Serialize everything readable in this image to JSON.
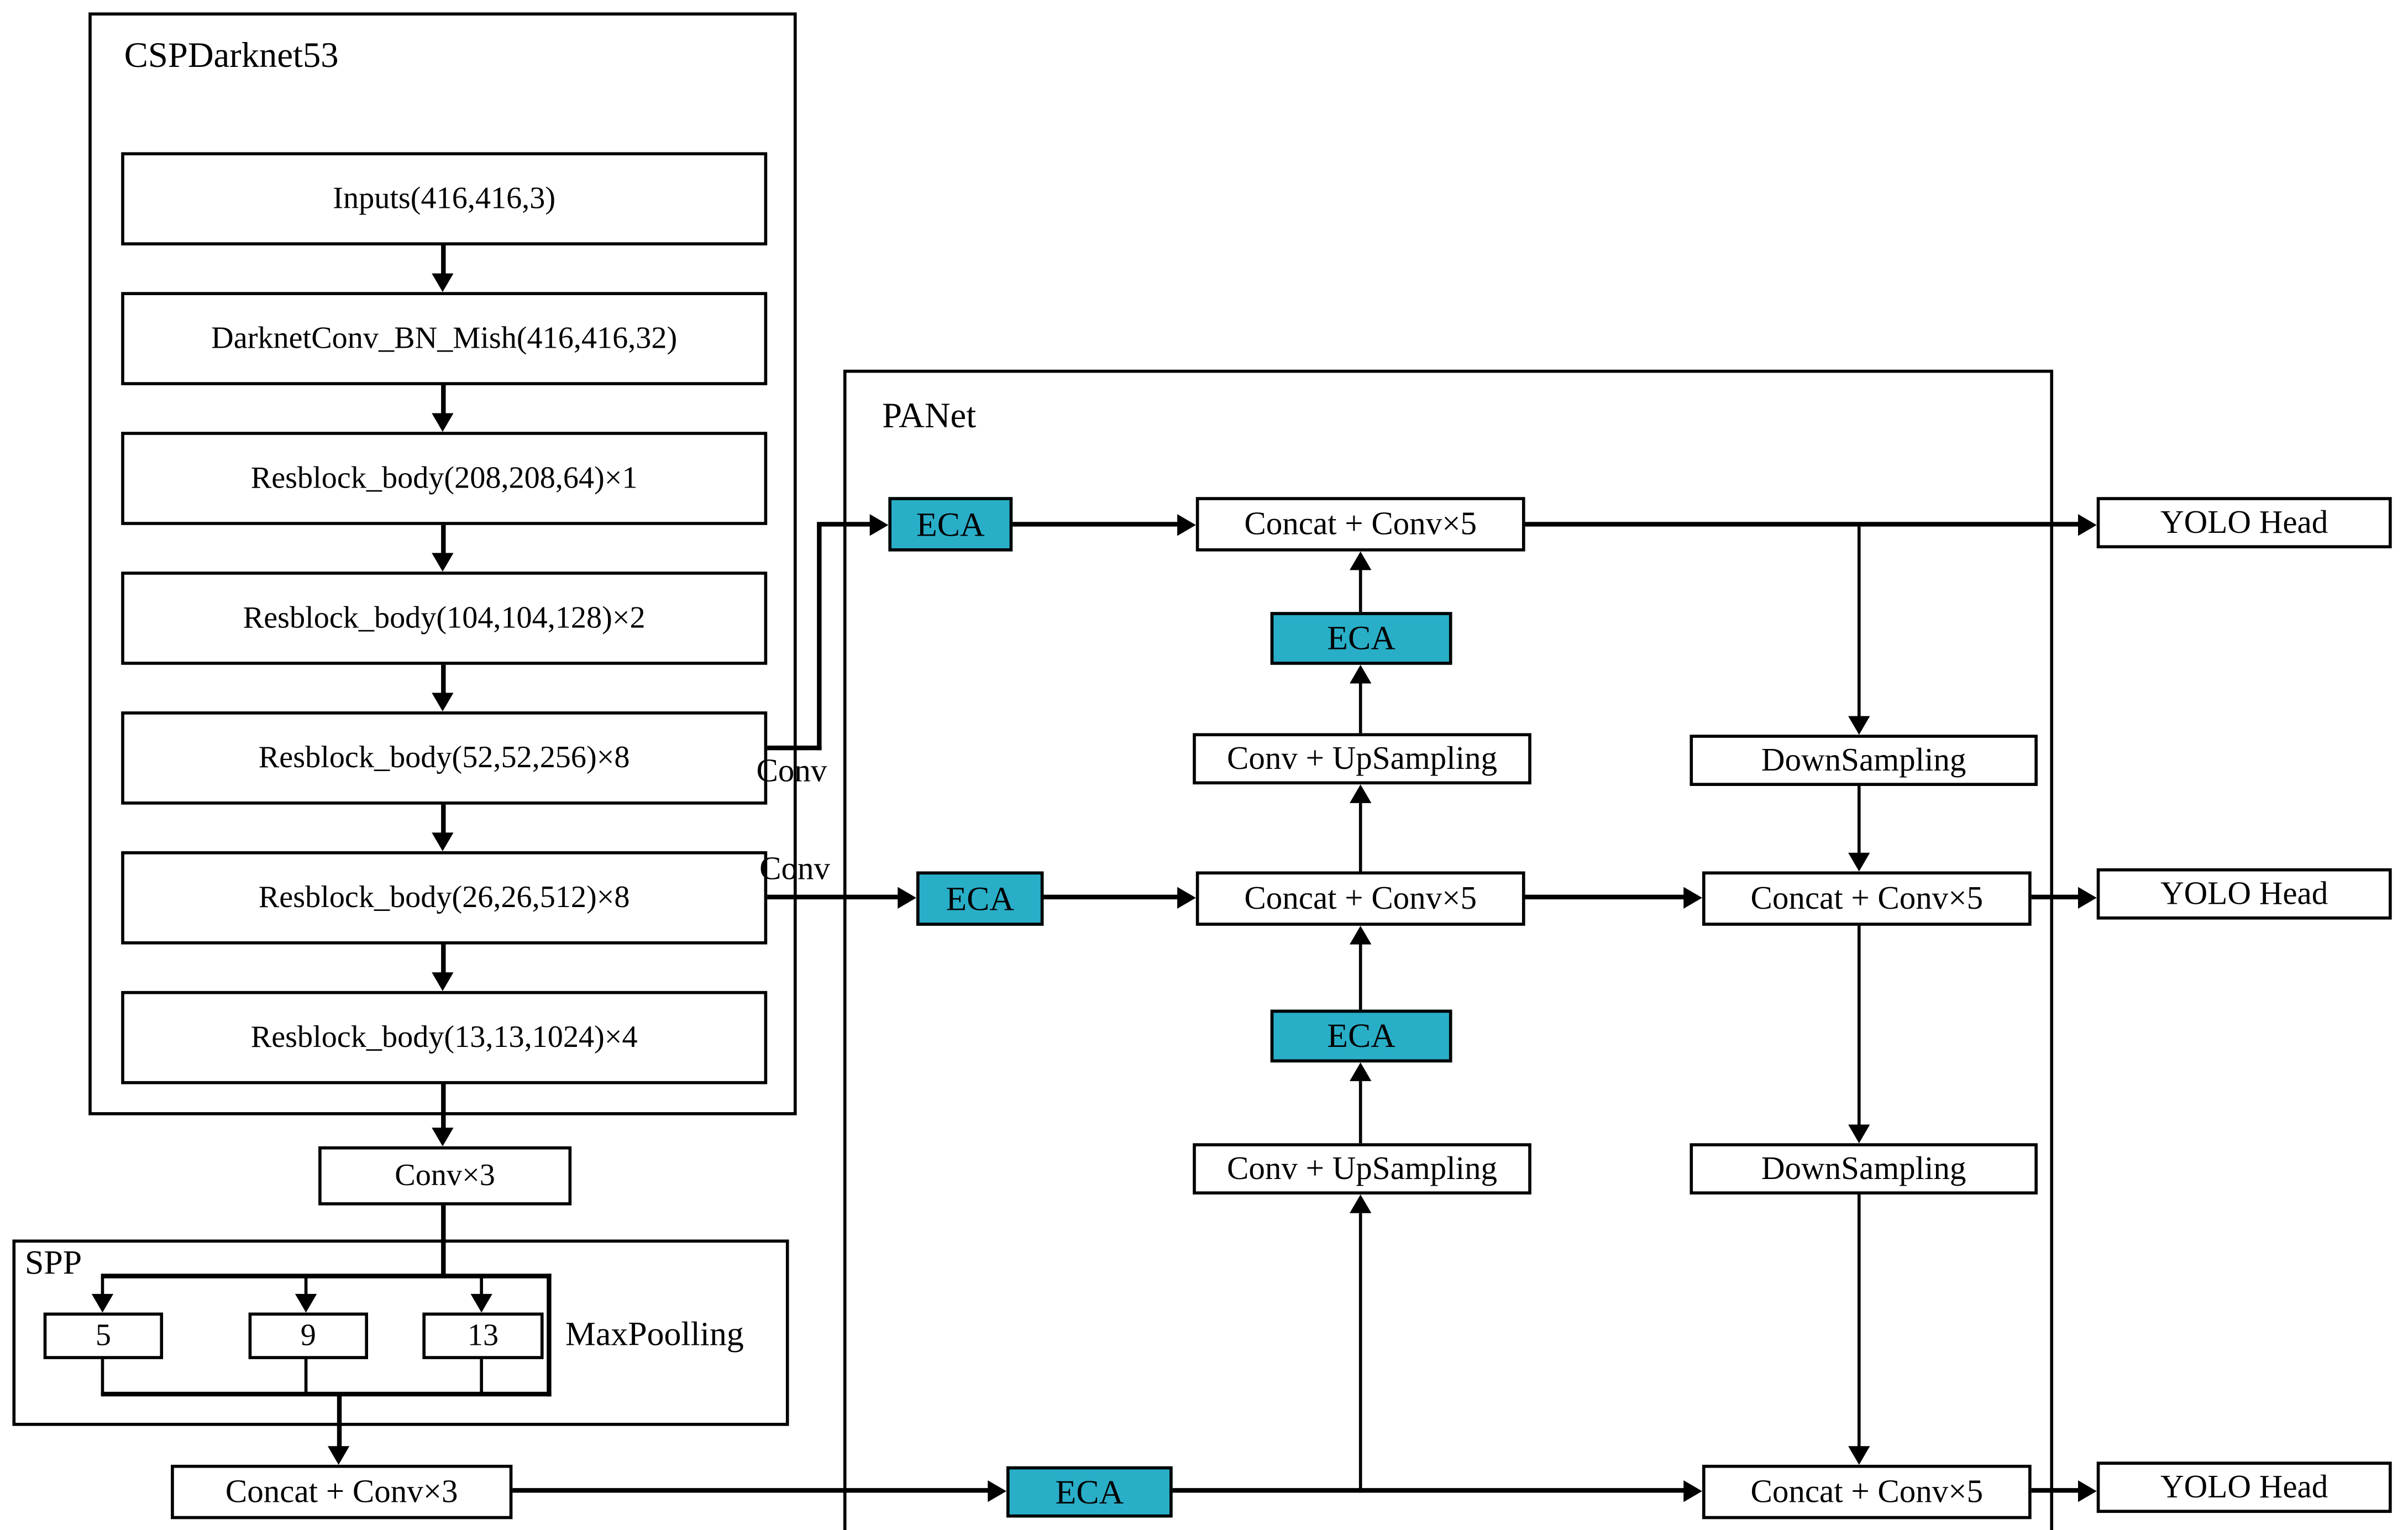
{
  "figure": {
    "backbone": {
      "title": "CSPDarknet53",
      "layers": [
        "Inputs(416,416,3)",
        "DarknetConv_BN_Mish(416,416,32)",
        "Resblock_body(208,208,64)×1",
        "Resblock_body(104,104,128)×2",
        "Resblock_body(52,52,256)×8",
        "Resblock_body(26,26,512)×8",
        "Resblock_body(13,13,1024)×4"
      ],
      "conv3": "Conv×3",
      "conv_tap_upper": "Conv",
      "conv_tap_lower": "Conv"
    },
    "spp": {
      "title": "SPP",
      "pools": [
        "5",
        "9",
        "13"
      ],
      "maxpool_label": "MaxPoolling",
      "concat": "Concat + Conv×3"
    },
    "panet": {
      "title": "PANet",
      "eca": "ECA",
      "concat_conv5": "Concat + Conv×5",
      "conv_upsampling": "Conv + UpSampling",
      "downsampling": "DownSampling"
    },
    "head": {
      "label": "YOLO Head"
    },
    "colors": {
      "eca_fill": "#29AEC8",
      "line": "#000000",
      "background": "#FFFFFF"
    }
  }
}
